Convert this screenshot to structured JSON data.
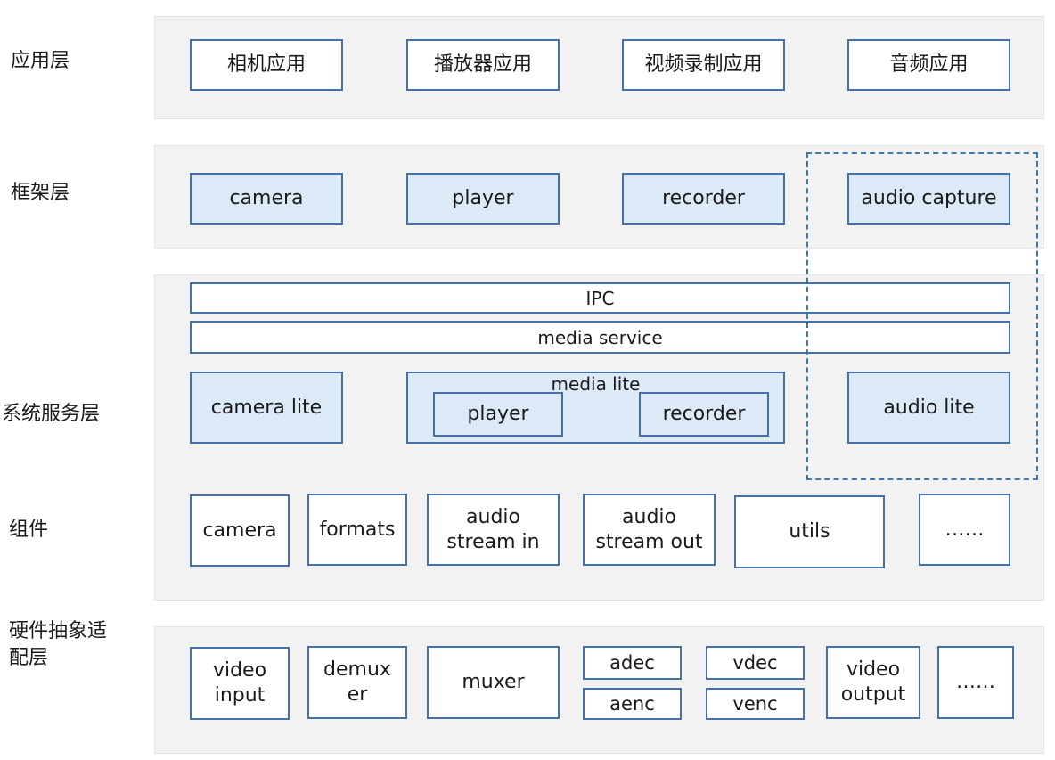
{
  "layers": {
    "app": "应用层",
    "framework": "框架层",
    "system_service": "系统服务层",
    "components": "组件",
    "hal_line1": "硬件抽象适",
    "hal_line2": "配层"
  },
  "app_layer": {
    "camera_app": "相机应用",
    "player_app": "播放器应用",
    "video_recorder_app": "视频录制应用",
    "audio_app": "音频应用"
  },
  "framework_layer": {
    "camera": "camera",
    "player": "player",
    "recorder": "recorder",
    "audio_capture": "audio capture"
  },
  "system_service_layer": {
    "ipc": "IPC",
    "media_service": "media service",
    "camera_lite": "camera lite",
    "media_lite": "media lite",
    "media_lite_player": "player",
    "media_lite_recorder": "recorder",
    "audio_lite": "audio lite"
  },
  "components_layer": {
    "camera": "camera",
    "formats": "formats",
    "audio_stream_in_1": "audio",
    "audio_stream_in_2": "stream in",
    "audio_stream_out_1": "audio",
    "audio_stream_out_2": "stream out",
    "utils": "utils",
    "more": "……"
  },
  "hal_layer": {
    "video_input_1": "video",
    "video_input_2": "input",
    "demuxer_1": "demux",
    "demuxer_2": "er",
    "muxer": "muxer",
    "adec": "adec",
    "aenc": "aenc",
    "vdec": "vdec",
    "venc": "venc",
    "video_output_1": "video",
    "video_output_2": "output",
    "more": "……"
  },
  "colors": {
    "layer_bg": "#f2f2f2",
    "box_border": "#4472a8",
    "box_blue_fill": "#dce9f7",
    "dashed_border": "#3d7bb5"
  }
}
